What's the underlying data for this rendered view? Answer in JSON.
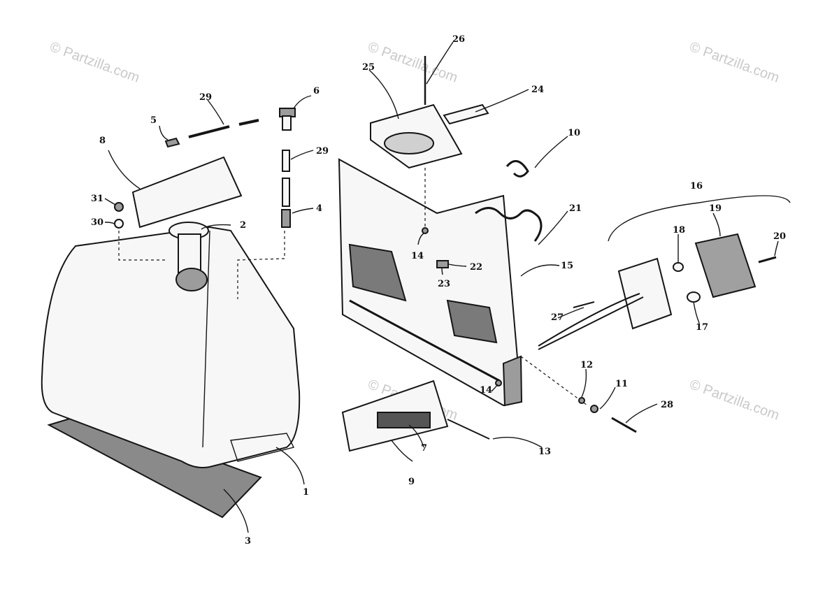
{
  "watermark": {
    "text": "© Partzilla.com"
  },
  "callouts": [
    {
      "id": "c1",
      "label": "1"
    },
    {
      "id": "c2",
      "label": "2"
    },
    {
      "id": "c3",
      "label": "3"
    },
    {
      "id": "c4",
      "label": "4"
    },
    {
      "id": "c5",
      "label": "5"
    },
    {
      "id": "c6",
      "label": "6"
    },
    {
      "id": "c7",
      "label": "7"
    },
    {
      "id": "c8",
      "label": "8"
    },
    {
      "id": "c9",
      "label": "9"
    },
    {
      "id": "c10",
      "label": "10"
    },
    {
      "id": "c11",
      "label": "11"
    },
    {
      "id": "c12",
      "label": "12"
    },
    {
      "id": "c13",
      "label": "13"
    },
    {
      "id": "c14a",
      "label": "14"
    },
    {
      "id": "c14b",
      "label": "14"
    },
    {
      "id": "c15",
      "label": "15"
    },
    {
      "id": "c16",
      "label": "16"
    },
    {
      "id": "c17",
      "label": "17"
    },
    {
      "id": "c18",
      "label": "18"
    },
    {
      "id": "c19",
      "label": "19"
    },
    {
      "id": "c20",
      "label": "20"
    },
    {
      "id": "c21",
      "label": "21"
    },
    {
      "id": "c22",
      "label": "22"
    },
    {
      "id": "c23",
      "label": "23"
    },
    {
      "id": "c24",
      "label": "24"
    },
    {
      "id": "c25",
      "label": "25"
    },
    {
      "id": "c26",
      "label": "26"
    },
    {
      "id": "c27",
      "label": "27"
    },
    {
      "id": "c28",
      "label": "28"
    },
    {
      "id": "c29a",
      "label": "29"
    },
    {
      "id": "c29b",
      "label": "29"
    },
    {
      "id": "c30",
      "label": "30"
    },
    {
      "id": "c31",
      "label": "31"
    }
  ]
}
